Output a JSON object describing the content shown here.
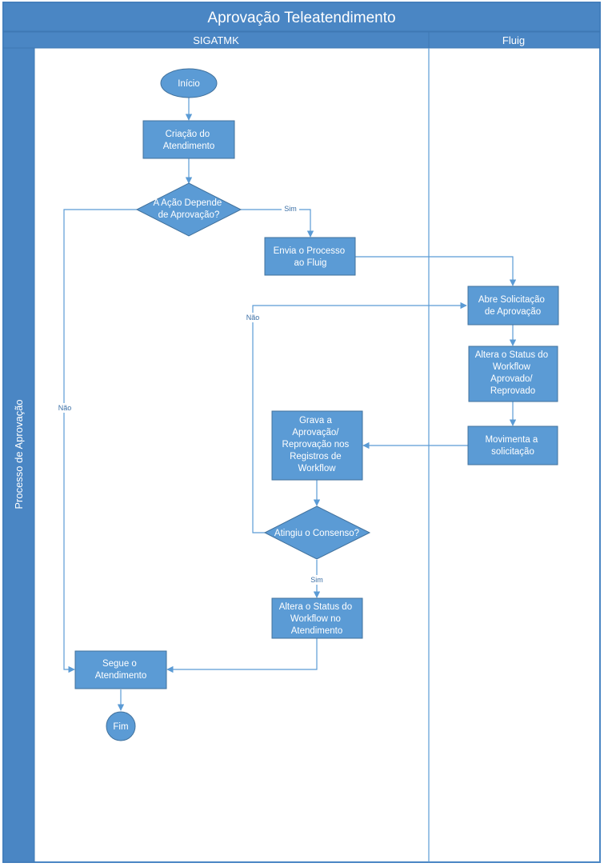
{
  "title": "Aprovação Teleatendimento",
  "pool": {
    "label": "Processo de Aprovação"
  },
  "lanes": {
    "sigatmk": "SIGATMK",
    "fluig": "Fluig"
  },
  "nodes": {
    "inicio": [
      "Início"
    ],
    "criacao": [
      "Criação do",
      "Atendimento"
    ],
    "decisao_aprovacao": [
      "A Ação Depende",
      "de Aprovação?"
    ],
    "envia": [
      "Envia o Processo",
      "ao Fluig"
    ],
    "abre": [
      "Abre Solicitação",
      "de Aprovação"
    ],
    "altera_fluig": [
      "Altera o Status do",
      "Workflow",
      "Aprovado/",
      "Reprovado"
    ],
    "movimenta": [
      "Movimenta a",
      "solicitação"
    ],
    "grava": [
      "Grava a",
      "Aprovação/",
      "Reprovação nos",
      "Registros de",
      "Workflow"
    ],
    "decisao_consenso": [
      "Atingiu o Consenso?"
    ],
    "altera_atendimento": [
      "Altera o Status do",
      "Workflow no",
      "Atendimento"
    ],
    "segue": [
      "Segue o",
      "Atendimento"
    ],
    "fim": [
      "Fim"
    ]
  },
  "edge_labels": {
    "sim_aprovacao": "Sim",
    "nao_aprovacao": "Não",
    "nao_consenso": "Não",
    "sim_consenso": "Sim"
  },
  "colors": {
    "header": "#4a86c4",
    "node_fill": "#5b9bd5",
    "node_stroke": "#41719c",
    "line": "#5b9bd5",
    "edge_label": "#3a6ea5"
  }
}
